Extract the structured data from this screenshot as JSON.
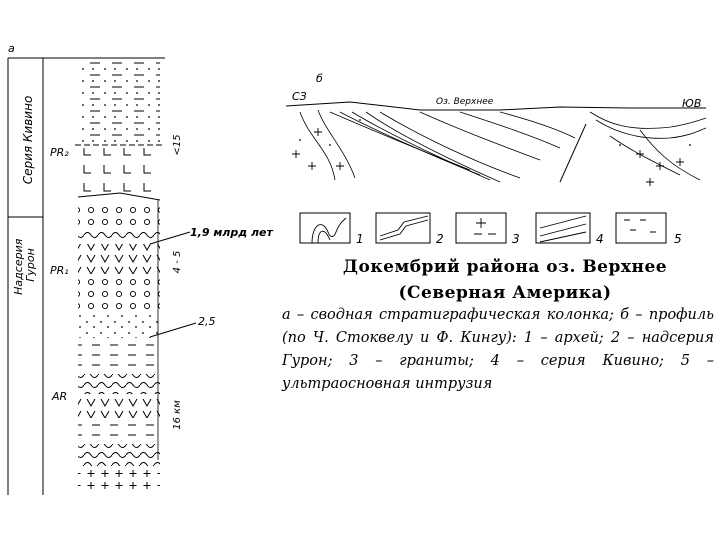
{
  "column_label": "а",
  "profile_label": "б",
  "series_kiwino": "Серия Кивино",
  "series_huron": "Надсерия Гурон",
  "era_pr2": "PR₂",
  "era_pr1": "PR₁",
  "era_ar": "AR",
  "thickness_top": "<15",
  "thickness_mid": "4 - 5",
  "thickness_bottom": "16 км",
  "age_1": "1,9 млрд лет",
  "age_2": "2,5",
  "profile_nw": "СЗ",
  "profile_se": "ЮВ",
  "profile_lake": "Оз. Верхнее",
  "legend": [
    "1",
    "2",
    "3",
    "4",
    "5"
  ],
  "title_line1": "Докембрий района оз. Верхнее",
  "title_line2": "(Северная Америка)",
  "caption": "а – сводная стратиграфическая колонка; б – профиль (по Ч. Стоквелу и Ф. Кингу): 1 – архей; 2 – надсерия Гурон; 3 – граниты; 4 – серия Кивино; 5 – ультраосновная интрузия"
}
